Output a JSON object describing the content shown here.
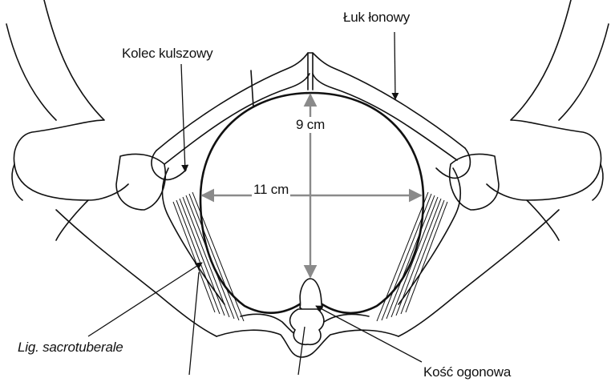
{
  "labels": {
    "pubic_arch": "Łuk łonowy",
    "ischial_spine": "Kolec kulszowy",
    "conjugate": "9 cm",
    "transverse": "11 cm",
    "ligament": "Lig. sacrotuberale",
    "coccyx": "Kość ogonowa"
  },
  "colors": {
    "outline": "#111111",
    "measure": "#8a8a8a"
  }
}
